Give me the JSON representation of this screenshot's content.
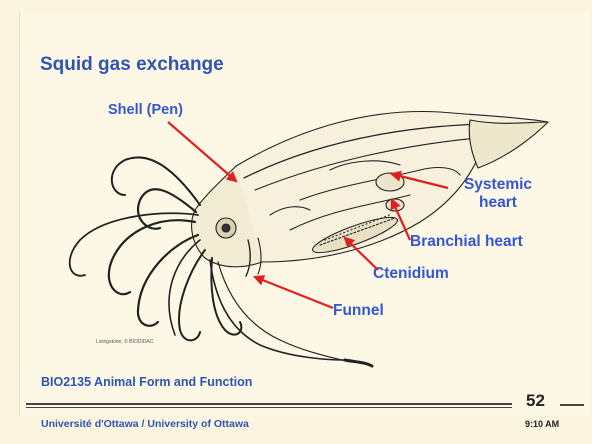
{
  "slide": {
    "title": "Squid gas exchange",
    "labels": {
      "shell": "Shell (Pen)",
      "systemic_heart": "Systemic\nheart",
      "branchial_heart": "Branchial heart",
      "ctenidium": "Ctenidium",
      "funnel": "Funnel"
    },
    "image_credit": "Livingstone, © BIODIDAC",
    "course": "BIO2135 Animal Form and Function",
    "university": "Université d'Ottawa / University of Ottawa",
    "slide_number": "52",
    "time": "9:10 AM"
  },
  "colors": {
    "title_blue": "#2e55b3",
    "label_blue": "#3357d1",
    "arrow_red": "#e02020",
    "background": "#fdf8e6"
  }
}
